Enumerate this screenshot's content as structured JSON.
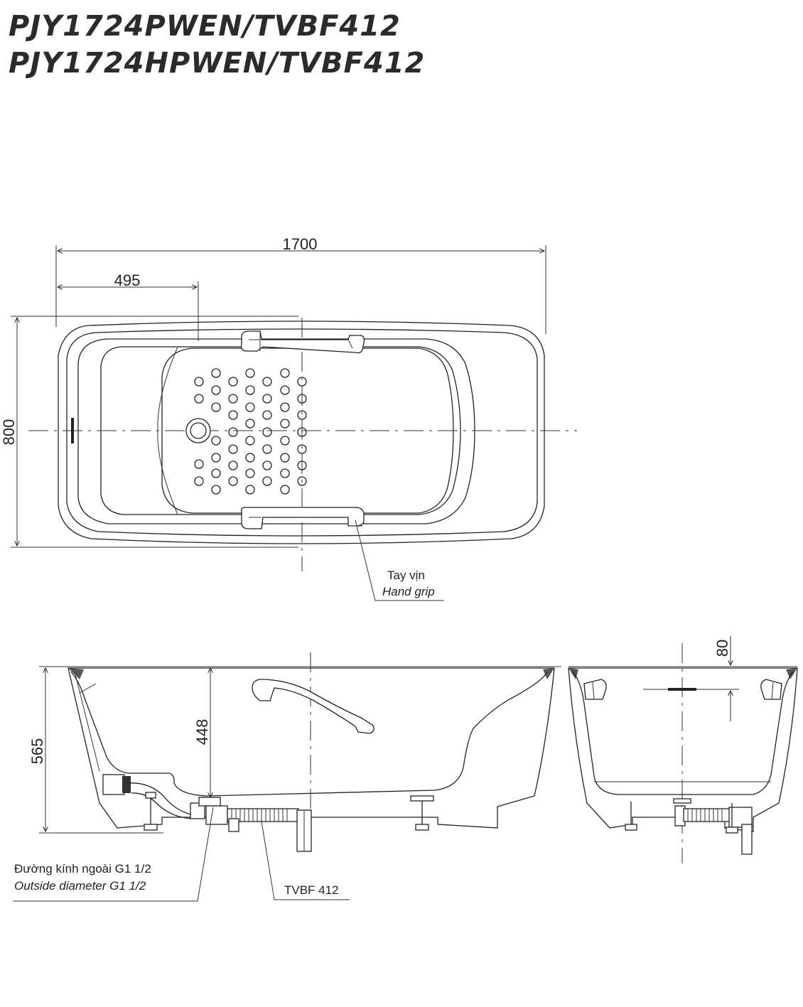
{
  "titles": [
    "PJY1724PWEN/TVBF412",
    "PJY1724HPWEN/TVBF412"
  ],
  "dimensions": {
    "length": "1700",
    "drain_offset": "495",
    "width": "800",
    "height": "565",
    "water_depth": "448",
    "rim": "80"
  },
  "labels": {
    "hand_grip_vi": "Tay vịn",
    "hand_grip_en": "Hand grip",
    "outside_diameter_vi": "Đường kính ngoài G1 1/2",
    "outside_diameter_en": "Outside diameter G1 1/2",
    "drain_model": "TVBF 412"
  }
}
